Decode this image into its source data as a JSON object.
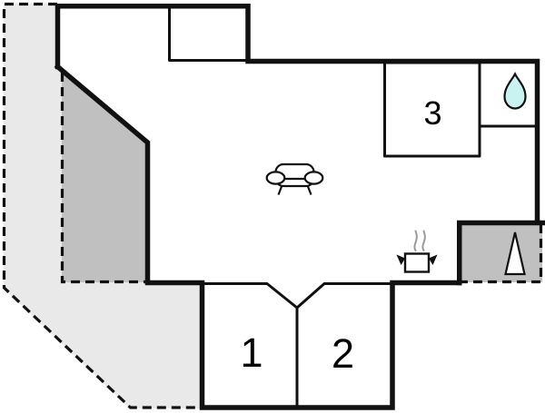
{
  "floor_plan": {
    "rooms": [
      {
        "label": "1"
      },
      {
        "label": "2"
      },
      {
        "label": "3"
      }
    ],
    "icons": {
      "sofa": "sofa-icon",
      "cooking_pot": "cooking-pot-icon",
      "steam": "steam-icon",
      "water_drop": "water-drop-icon",
      "triangle": "triangle-icon"
    },
    "colors": {
      "wall": "#111111",
      "terrace_light": "#e9e9e9",
      "terrace_dark": "#c0c0c0",
      "water_drop_fill": "#c9f3f1",
      "steam": "#999999",
      "icon_fill": "#ffffff"
    }
  }
}
